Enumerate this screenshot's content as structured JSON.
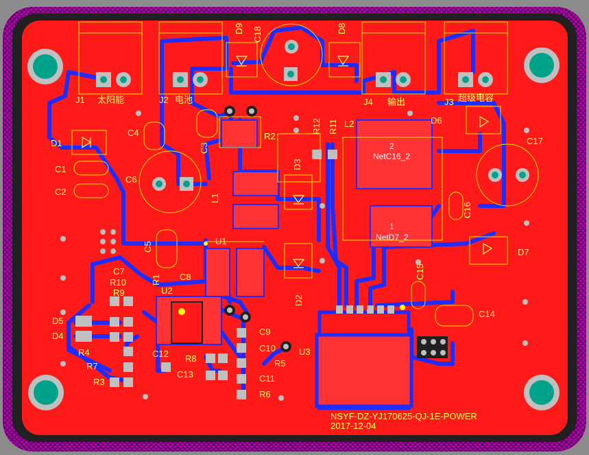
{
  "board": {
    "title_line1": "NSYF-DZ-YJ170625-QJ-1E-POWER",
    "title_line2": "2017-12-04",
    "colors": {
      "background": "#8c8c8c",
      "keepout": "#b400b4",
      "copper_top": "#ff1a1a",
      "copper_bottom": "#1f2cff",
      "silkscreen": "#ffff66",
      "pad": "#c0c0c0",
      "drill": "#00a389"
    }
  },
  "labels": {
    "j1": "J1",
    "j1_cn": "太阳能",
    "j2": "J2",
    "j2_cn": "电池",
    "j3": "J3",
    "j3_cn": "超级电容",
    "j4": "J4",
    "j4_cn": "输出",
    "d1": "D1",
    "d2": "D2",
    "d3": "D3",
    "d4": "D4",
    "d5": "D5",
    "d6": "D6",
    "d7": "D7",
    "d8": "D8",
    "d9": "D9",
    "c1": "C1",
    "c2": "C2",
    "c3": "C3",
    "c4": "C4",
    "c5": "C5",
    "c6": "C6",
    "c7": "C7",
    "c8": "C8",
    "c9": "C9",
    "c10": "C10",
    "c11": "C11",
    "c12": "C12",
    "c13": "C13",
    "c14": "C14",
    "c15": "C15",
    "c16": "C16",
    "c17": "C17",
    "c18": "C18",
    "r1": "R1",
    "r2": "R2",
    "r3": "R3",
    "r4": "R4",
    "r5": "R5",
    "r6": "R6",
    "r7": "R7",
    "r8": "R8",
    "r9": "R9",
    "r10": "R10",
    "r11": "R11",
    "r12": "R12",
    "l1": "L1",
    "l2": "L2",
    "u1": "U1",
    "u2": "U2",
    "u3": "U3",
    "net_c16_pin": "2",
    "net_c16": "NetC16_2",
    "net_d7_pin": "1",
    "net_d7": "NetD7_2"
  }
}
